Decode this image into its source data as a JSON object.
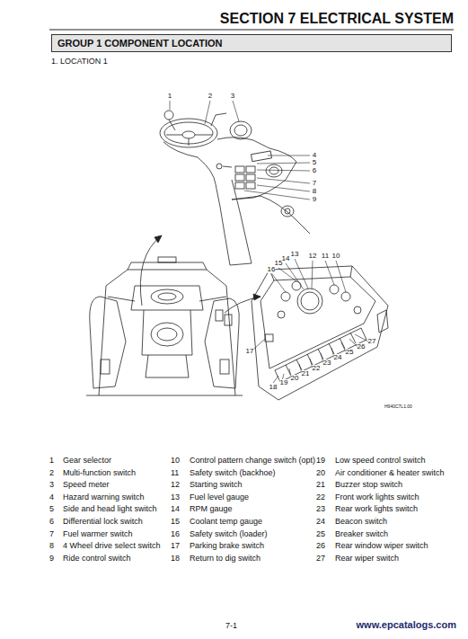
{
  "diagram": {
    "title": "SECTION 7 ELECTRICAL SYSTEM",
    "nodes": [
      {
        "text": [
          "GROUP 1 COMPONENT LOCATION"
        ]
      }
    ],
    "labels": [
      "1. LOCATION 1",
      "1",
      "2",
      "3",
      "4",
      "5",
      "6",
      "7",
      "8",
      "9",
      "16",
      "15",
      "14",
      "13",
      "12",
      "11",
      "10",
      "17",
      "27",
      "26",
      "25",
      "24",
      "23",
      "22",
      "21",
      "20",
      "19",
      "18",
      "H940C7L1.00",
      "1",
      "Gear selector",
      "2",
      "Multi-function switch",
      "3",
      "Speed meter",
      "4",
      "Hazard warning switch",
      "5",
      "Side and head light switch",
      "6",
      "Differential lock switch",
      "7",
      "Fuel warmer switch",
      "8",
      "4 Wheel drive select switch",
      "9",
      "Ride control switch",
      "10",
      "Control pattern change switch (opt)",
      "11",
      "Safety switch (backhoe)",
      "12",
      "Starting switch",
      "13",
      "Fuel level gauge",
      "14",
      "RPM gauge",
      "15",
      "Coolant temp gauge",
      "16",
      "Safety switch (loader)",
      "17",
      "Parking brake switch",
      "18",
      "Return to dig switch",
      "19",
      "Low speed control switch",
      "20",
      "Air conditioner & heater switch",
      "21",
      "Buzzer stop switch",
      "22",
      "Front work lights switch",
      "23",
      "Rear work lights switch",
      "24",
      "Beacon switch",
      "25",
      "Breaker switch",
      "26",
      "Rear window wiper switch",
      "27",
      "Rear wiper switch",
      "7-1",
      "www.epcatalogs.com"
    ]
  }
}
